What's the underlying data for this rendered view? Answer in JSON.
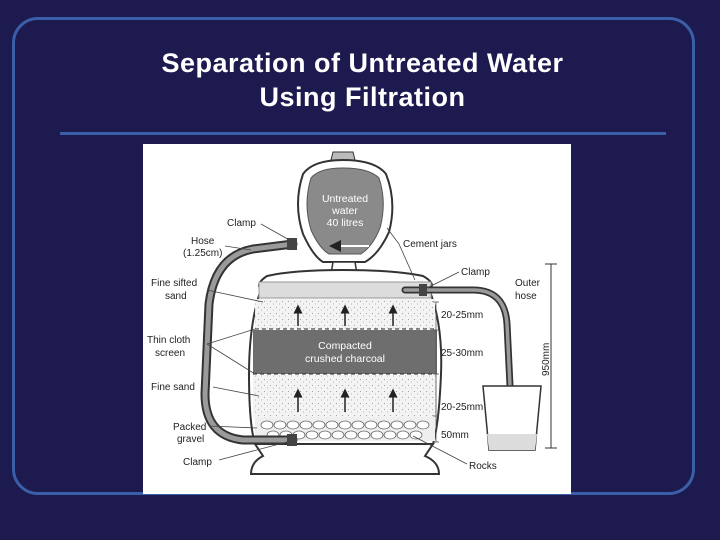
{
  "slide": {
    "title_line1": "Separation of Untreated Water",
    "title_line2": "Using Filtration"
  },
  "diagram": {
    "jar": {
      "line1": "Untreated",
      "line2": "water",
      "line3": "40 litres"
    },
    "charcoal": {
      "line1": "Compacted",
      "line2": "crushed charcoal"
    },
    "labels": {
      "clamp_top": "Clamp",
      "hose_line1": "Hose",
      "hose_line2": "(1.25cm)",
      "fine_sifted_line1": "Fine sifted",
      "fine_sifted_line2": "sand",
      "thin_cloth_line1": "Thin cloth",
      "thin_cloth_line2": "screen",
      "fine_sand": "Fine sand",
      "packed_line1": "Packed",
      "packed_line2": "gravel",
      "clamp_bottom": "Clamp",
      "cement_jars": "Cement jars",
      "clamp_right": "Clamp",
      "outer_line1": "Outer",
      "outer_line2": "hose",
      "rocks": "Rocks",
      "height_total": "950mm"
    },
    "dimensions": [
      "20-25mm",
      "25-30mm",
      "20-25mm",
      "50mm"
    ]
  }
}
